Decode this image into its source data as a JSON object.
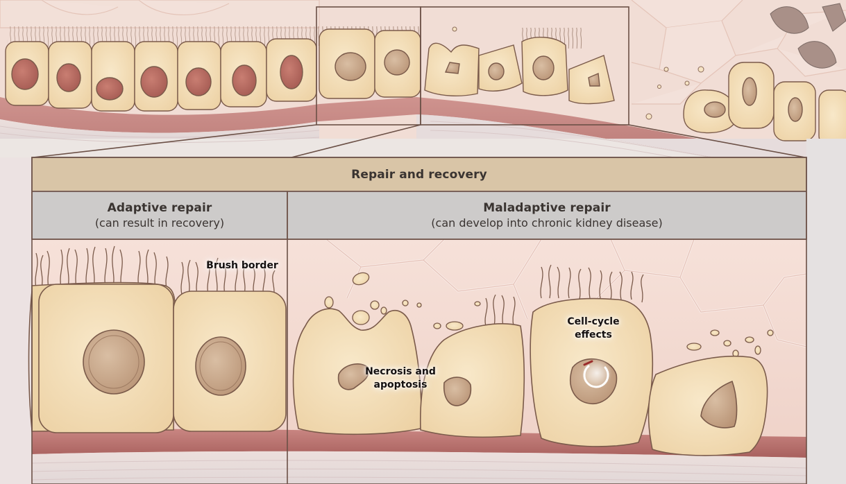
{
  "panel": {
    "title": "Repair and recovery",
    "adaptive": {
      "title": "Adaptive repair",
      "subtitle": "(can result in recovery)"
    },
    "maladaptive": {
      "title": "Maladaptive repair",
      "subtitle": "(can develop into chronic kidney disease)"
    }
  },
  "labels": {
    "brush_border": "Brush border",
    "necrosis": "Necrosis and apoptosis",
    "cell_cycle": "Cell-cycle effects"
  },
  "colors": {
    "panel_header": "#d8c4a6",
    "column_header": "#cccac9",
    "cell_fill": "#f4ddb4",
    "nucleus_fill": "#c9a888",
    "tissue_pink": "#f2d3c9",
    "basement": "#b6716e",
    "cell_cycle_arrow": "#9b2c2c"
  }
}
